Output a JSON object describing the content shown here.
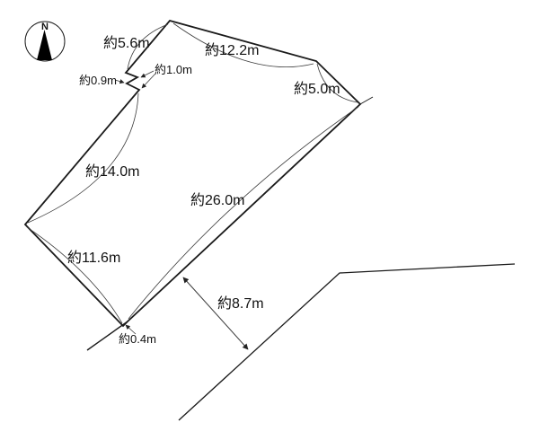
{
  "compass": {
    "north_label": "N"
  },
  "dimensions": {
    "edge_top_left": "約5.6m",
    "edge_top": "約12.2m",
    "edge_top_right": "約5.0m",
    "notch_right": "約1.0m",
    "notch_left": "約0.9m",
    "edge_west": "約14.0m",
    "edge_southeast": "約26.0m",
    "edge_southwest": "約11.6m",
    "edge_bottom_tiny": "約0.4m",
    "road_setback": "約8.7m"
  },
  "colors": {
    "boundary_line": "#1a1a1a",
    "leader_line": "#3a3a3a",
    "text": "#111111",
    "background": "#ffffff"
  }
}
